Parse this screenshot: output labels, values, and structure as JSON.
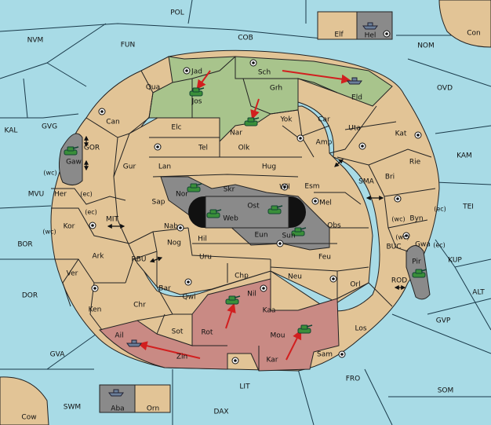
{
  "colors": {
    "sea": "#a8dbe6",
    "land": "#e2c496",
    "green_power": "#a8c48c",
    "red_power": "#c98a84",
    "grey_power": "#8a8a8a",
    "impassable": "#111111",
    "order_arrow": "#d21f1f",
    "unit_green": "#3a8f3a",
    "unit_grey": "#6b7f9a"
  },
  "sea_labels": {
    "pol": "POL",
    "nvm": "NVM",
    "fun": "FUN",
    "cob": "COB",
    "nom": "NOM",
    "ovd": "OVD",
    "kal": "KAL",
    "gvg": "GVG",
    "gor": "GOR",
    "kam": "KAM",
    "sma": "SMA",
    "mvu": "MVU",
    "mit": "MIT",
    "tei": "TEI",
    "bor": "BOR",
    "rbu": "RBU",
    "buc": "BUC",
    "kup": "KUP",
    "dor": "DOR",
    "rod": "ROD",
    "alt": "ALT",
    "gvp": "GVP",
    "gva": "GVA",
    "fro": "FRO",
    "lit": "LIT",
    "som": "SOM",
    "swm": "SWM",
    "dax": "DAX"
  },
  "land_labels": {
    "con": "Con",
    "elf": "Elf",
    "hel": "Hel",
    "cow": "Cow",
    "aba": "Aba",
    "orn": "Orn",
    "jad": "Jad",
    "sch": "Sch",
    "qua": "Qua",
    "jos": "Jos",
    "grh": "Grh",
    "eld": "Eld",
    "can": "Can",
    "elc": "Elc",
    "yok": "Yok",
    "car": "Car",
    "uta": "Uta",
    "nar": "Nar",
    "tel": "Tel",
    "olk": "Olk",
    "amp": "Amp",
    "kat": "Kat",
    "gaw": "Gaw",
    "gur": "Gur",
    "lan": "Lan",
    "hug": "Hug",
    "rie": "Rie",
    "wil": "Wil",
    "esm": "Esm",
    "bri": "Bri",
    "her": "Her",
    "nor": "Nor",
    "skr": "Skr",
    "mel": "Mel",
    "sap": "Sap",
    "web": "Web",
    "ost": "Ost",
    "byn": "Byn",
    "kor": "Kor",
    "nab": "Nab",
    "obs": "Obs",
    "eun": "Eun",
    "sun": "Sun",
    "gwa": "Gwa",
    "hil": "Hil",
    "ark": "Ark",
    "nog": "Nog",
    "uru": "Uru",
    "feu": "Feu",
    "pir": "Pir",
    "chp": "Chp",
    "neu": "Neu",
    "ver": "Ver",
    "bar": "Bar",
    "nil": "Nil",
    "orl": "Orl",
    "qwi": "Qwi",
    "ken": "Ken",
    "chr": "Chr",
    "kaa": "Kaa",
    "los": "Los",
    "sot": "Sot",
    "rot": "Rot",
    "mou": "Mou",
    "ail": "Ail",
    "zin": "Zin",
    "kar": "Kar",
    "sam": "Sam"
  },
  "coast_tags": {
    "gvg_wc": "(wc)",
    "her_ec": "(ec)",
    "kor_ec": "(ec)",
    "kor_wc": "(wc)",
    "byn_wc": "(wc)",
    "byn_ec": "(ec)",
    "gwa_wc": "(wc)",
    "gwa_ec": "(ec)"
  }
}
